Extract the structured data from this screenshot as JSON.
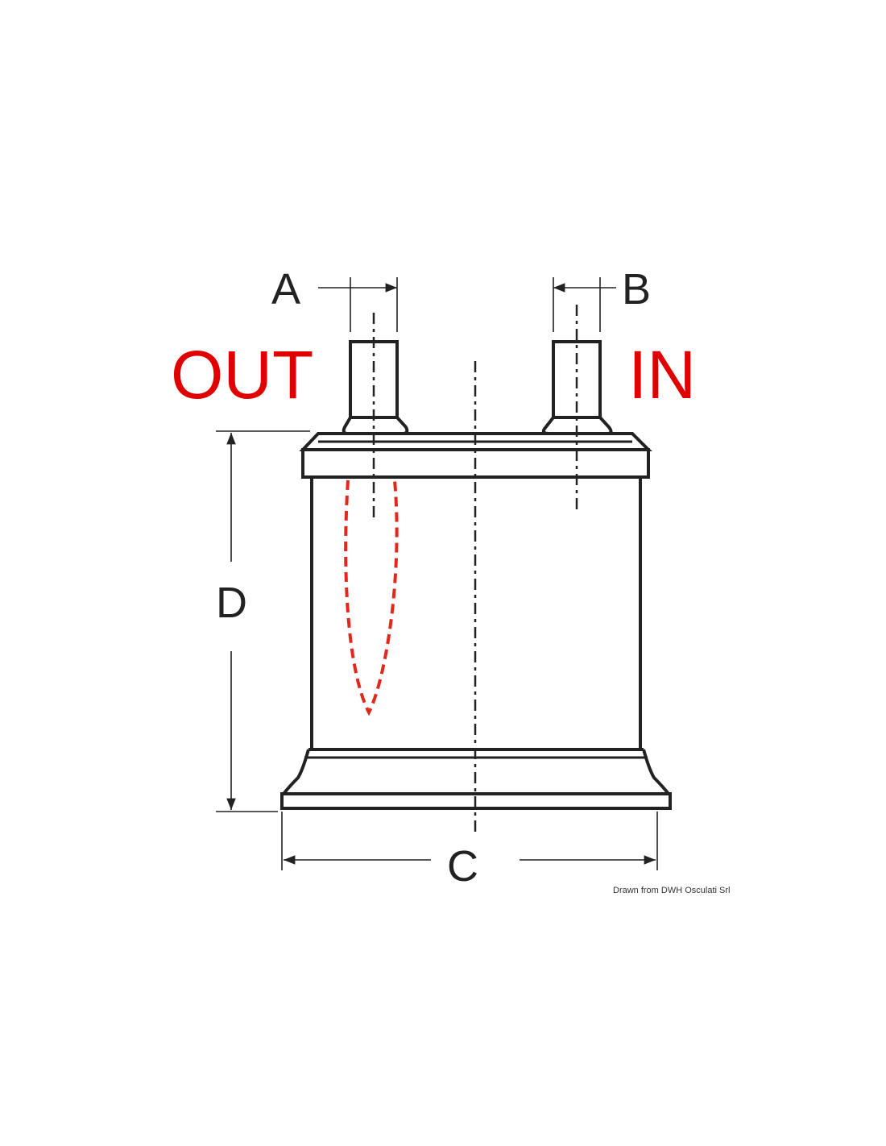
{
  "labels": {
    "dim_a": "A",
    "dim_b": "B",
    "dim_c": "C",
    "dim_d": "D",
    "out": "OUT",
    "in": "IN"
  },
  "credit": "Drawn from DWH Osculati Srl",
  "colors": {
    "outline": "#222222",
    "flow_label": "#e00000",
    "hidden_tube": "#e0281c",
    "background": "#ffffff"
  }
}
